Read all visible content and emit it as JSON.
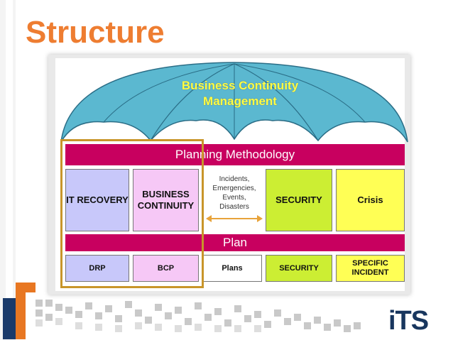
{
  "slide": {
    "title": "Structure"
  },
  "diagram": {
    "umbrella_line1": "Business Continuity",
    "umbrella_line2": "Management",
    "methodology_label": "Planning Methodology",
    "plan_label": "Plan",
    "top_boxes": {
      "it_recovery": "IT RECOVERY",
      "business_continuity": "BUSINESS CONTINUITY",
      "security": "SECURITY",
      "crisis": "Crisis"
    },
    "events_lines": [
      "Incidents,",
      "Emergencies,",
      "Events,",
      "Disasters"
    ],
    "bottom_boxes": {
      "drp": "DRP",
      "bcp": "BCP",
      "plans": "Plans",
      "security": "SECURITY",
      "specific_incident": "SPECIFIC INCIDENT"
    },
    "colors": {
      "accent_orange": "#ee7d31",
      "umbrella_blue": "#5bb8d0",
      "magenta_bar": "#c8005f",
      "lavender": "#c8c8fa",
      "pink": "#f6c8f6",
      "lime": "#ccee33",
      "yellow": "#ffff55",
      "highlight_frame": "#c8952a"
    }
  },
  "footer": {
    "logo_text": "iTS"
  }
}
